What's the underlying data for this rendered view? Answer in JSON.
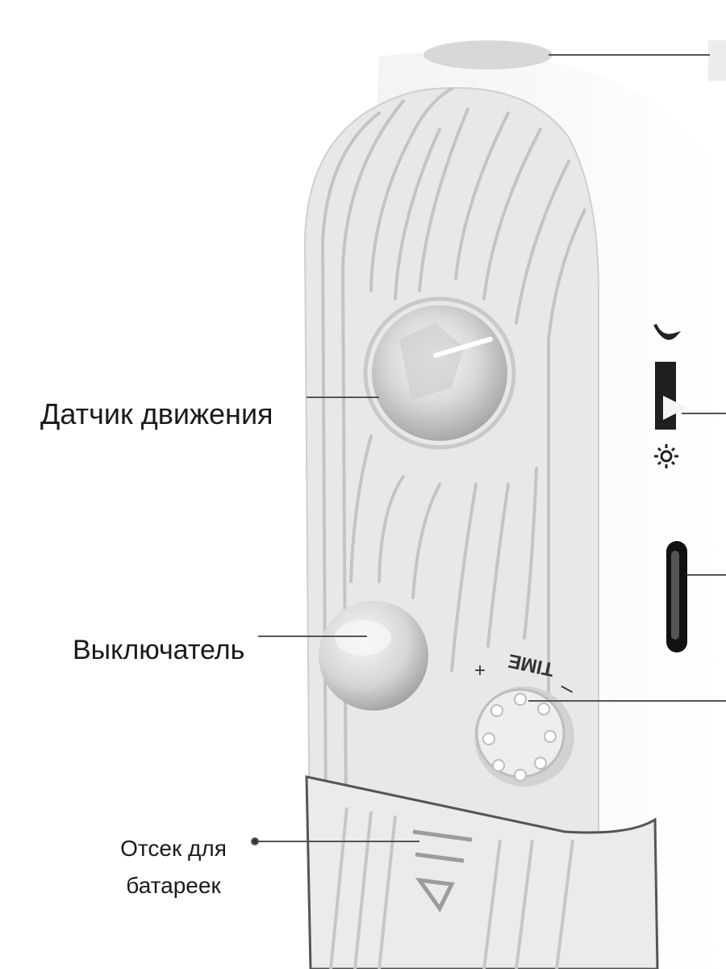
{
  "labels": {
    "motion_sensor": "Датчик движения",
    "switch": "Выключатель",
    "battery_line1": "Отсек для",
    "battery_line2": "батареек"
  },
  "device_markings": {
    "time": "TIME",
    "plus": "+",
    "minus": "–"
  },
  "icons": {
    "night_mode": "moon-icon",
    "day_mode": "sun-icon"
  },
  "colors": {
    "body": "#f4f4f4",
    "panel": "#e6e6e6",
    "groove": "#c9c9c9",
    "text": "#1a1a1a",
    "callout_line": "#555555"
  }
}
